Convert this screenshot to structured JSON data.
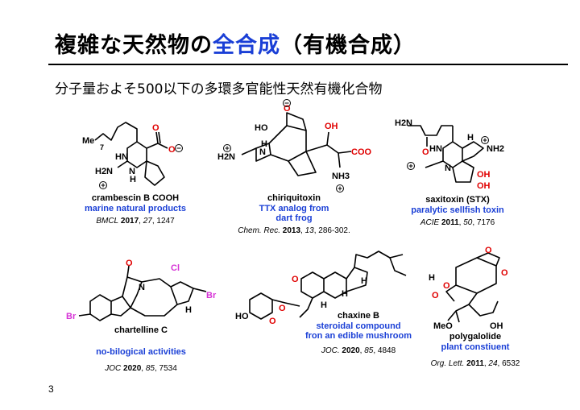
{
  "slide": {
    "title_main": "複雑な天然物の",
    "title_highlight": "全合成",
    "title_paren": "（有機合成）",
    "subtitle": "分子量およそ500以下の多環多官能性天然有機化合物",
    "page_number": "3"
  },
  "colors": {
    "highlight": "#1a3fd6",
    "text": "#000000",
    "rule": "#000000",
    "halogen": "#d633d6",
    "oxygen": "#e00000"
  },
  "compounds": [
    {
      "name": "crambescin B COOH",
      "description": [
        "marine natural products"
      ],
      "reference": {
        "journal": "BMCL",
        "year": "2017",
        "volume": "27",
        "pages": "1247"
      }
    },
    {
      "name": "chiriquitoxin",
      "description": [
        "TTX analog from",
        "dart frog"
      ],
      "reference": {
        "journal": "Chem. Rec.",
        "year": "2013",
        "volume": "13",
        "pages": "286-302."
      }
    },
    {
      "name": "saxitoxin (STX)",
      "description": [
        "paralytic sellfish toxin"
      ],
      "reference": {
        "journal": "ACIE",
        "year": "2011",
        "volume": "50",
        "pages": "7176"
      }
    },
    {
      "name": "chartelline C",
      "description": [
        "no-bilogical activities"
      ],
      "reference": {
        "journal": "JOC",
        "year": "2020",
        "volume": "85",
        "pages": "7534"
      }
    },
    {
      "name": "chaxine B",
      "description": [
        "steroidal compound",
        "fron an edible mushroom"
      ],
      "reference": {
        "journal": "JOC.",
        "year": "2020",
        "volume": "85",
        "pages": "4848"
      }
    },
    {
      "name": "polygalolide",
      "description": [
        "plant constiuent"
      ],
      "reference": {
        "journal": "Org. Lett.",
        "year": "2011",
        "volume": "24",
        "pages": "6532"
      }
    }
  ],
  "structure_labels": {
    "crambescin": [
      "Me",
      "7",
      "HN",
      "N",
      "H",
      "H2N",
      "O",
      "O"
    ],
    "chiriquitoxin": [
      "HO",
      "H",
      "N",
      "H2N",
      "OH",
      "O",
      "COO",
      "NH3"
    ],
    "saxitoxin": [
      "H2N",
      "O",
      "HN",
      "N",
      "H",
      "NH2",
      "OH"
    ],
    "chartelline": [
      "O",
      "N",
      "Cl",
      "Br",
      "H"
    ],
    "chaxine": [
      "H",
      "O",
      "HO"
    ],
    "polygalolide": [
      "H",
      "O",
      "MeO",
      "OH"
    ]
  }
}
